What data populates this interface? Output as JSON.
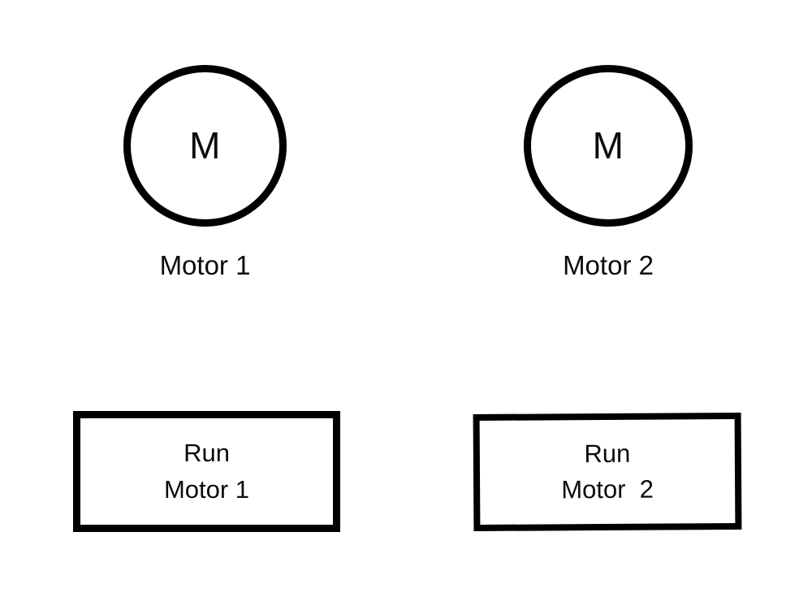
{
  "diagram": {
    "background_color": "#ffffff",
    "stroke_color": "#000000",
    "motors": [
      {
        "symbol": "M",
        "label": "Motor 1",
        "button_line_1": "Run",
        "button_line_2": "Motor 1"
      },
      {
        "symbol": "M",
        "label": "Motor 2",
        "button_line_1": "Run",
        "button_line_2": "Motor  2"
      }
    ]
  }
}
